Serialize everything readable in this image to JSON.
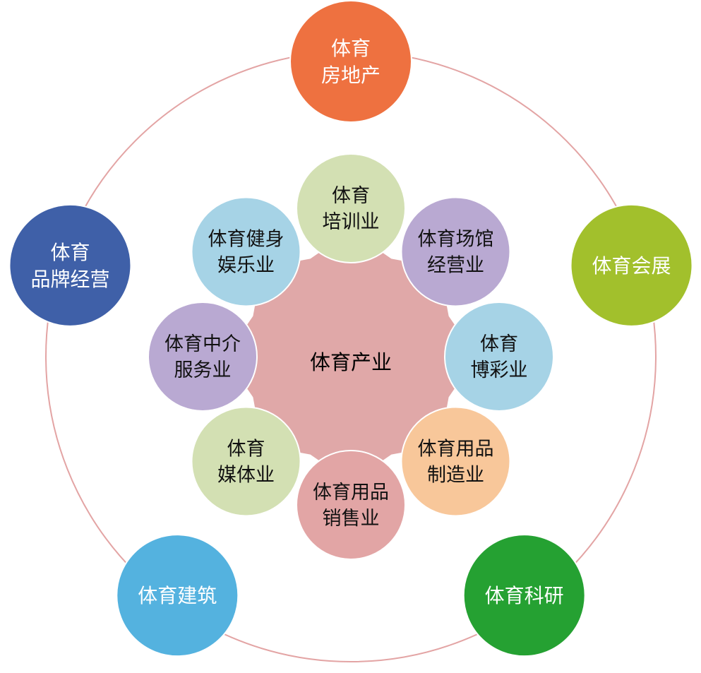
{
  "center": {
    "label": "体育产业",
    "color": "#E0A8A8",
    "text_color": "#000000"
  },
  "ring": {
    "stroke_color": "#E3A4A4"
  },
  "inner_nodes": [
    {
      "lines": [
        "体育",
        "培训业"
      ],
      "color": "#D3E0B3"
    },
    {
      "lines": [
        "体育场馆",
        "经营业"
      ],
      "color": "#B9A9D2"
    },
    {
      "lines": [
        "体育",
        "博彩业"
      ],
      "color": "#A6D3E6"
    },
    {
      "lines": [
        "体育用品",
        "制造业"
      ],
      "color": "#F8C79A"
    },
    {
      "lines": [
        "体育用品",
        "销售业"
      ],
      "color": "#E2A5A5"
    },
    {
      "lines": [
        "体育",
        "媒体业"
      ],
      "color": "#D3E0B3"
    },
    {
      "lines": [
        "体育中介",
        "服务业"
      ],
      "color": "#B9A9D2"
    },
    {
      "lines": [
        "体育健身",
        "娱乐业"
      ],
      "color": "#A6D3E6"
    }
  ],
  "inner_text_color": "#111111",
  "outer_nodes": [
    {
      "lines": [
        "体育",
        "房地产"
      ],
      "color": "#EE7140"
    },
    {
      "lines": [
        "体育会展"
      ],
      "color": "#A2C02C"
    },
    {
      "lines": [
        "体育科研"
      ],
      "color": "#25A132"
    },
    {
      "lines": [
        "体育建筑"
      ],
      "color": "#54B2DF"
    },
    {
      "lines": [
        "体育",
        "品牌经营"
      ],
      "color": "#3F60A8"
    }
  ],
  "outer_text_color": "#FFFFFF"
}
